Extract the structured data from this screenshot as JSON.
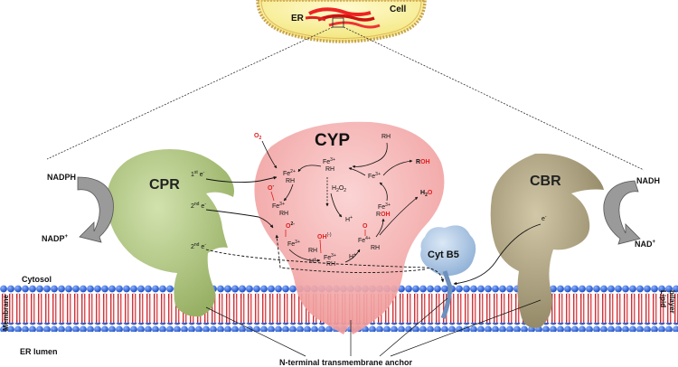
{
  "cell": {
    "label": "Cell",
    "er_label": "ER"
  },
  "proteins": {
    "cyp": "CYP",
    "cpr": "CPR",
    "cbr": "CBR",
    "cytb5": "Cyt B5"
  },
  "cofactors": {
    "nadph": "NADPH",
    "nadp": "NADP",
    "nadp_sup": "+",
    "nadh": "NADH",
    "nad": "NAD",
    "nad_sup": "+"
  },
  "electrons": {
    "first": "1",
    "first_sup": "st",
    "e": " e",
    "second_a": "2",
    "second_a_sup": "nd",
    "second_b": "2",
    "second_b_sup": "nd",
    "cbr_e": "e"
  },
  "cycle": {
    "o2": "O",
    "o2_sub": "2",
    "rh_sub": "RH",
    "fe3_top": "Fe",
    "fe3_top_sup": "3+",
    "fe3_top_rh": "RH",
    "fe2": "Fe",
    "fe2_sup": "2+",
    "fe2_rh": "RH",
    "o_minus": "O",
    "o_minus_sup": "-",
    "fe3_mid": "Fe",
    "fe3_mid_sup": "3+",
    "fe3_mid_rh": "RH",
    "h2o2": "H",
    "h2o2_a": "2",
    "h2o2_b": "O",
    "h2o2_c": "2",
    "hplus_mid": "H",
    "hplus_mid_sup": "+",
    "fe3_right": "Fe",
    "fe3_right_sup": "3+",
    "roh_out": "R",
    "roh_out_oh": "OH",
    "fe3_roh": "Fe",
    "fe3_roh_sup": "3+",
    "fe3_roh_r": "R",
    "fe3_roh_oh": "OH",
    "h2o": "H",
    "h2o_a": "2",
    "h2o_b": "O",
    "fe4": "Fe",
    "fe4_sup": "4+",
    "fe4_rh": "RH",
    "o_fe4": "O",
    "ohm": "OH",
    "ohm_sup": "(-)",
    "fe3_low": "Fe",
    "fe3_low_sup": "3+",
    "fe3_low_rh": "RH",
    "h_low": "H",
    "h_low_sup": "+",
    "o2m": "O",
    "o2m_sup": "2-",
    "fe3_o2": "Fe",
    "fe3_o2_sup": "3+",
    "rh_o2": "RH",
    "h_right": "H",
    "h_right_sup": "+",
    "rh_input": "RH"
  },
  "membrane": {
    "cytosol": "Cytosol",
    "membrane": "Membrane",
    "er_lumen": "ER lumen",
    "lipid": "Lipid",
    "bilayer": "bilayer",
    "anchor": "N-terminal transmembrane anchor"
  },
  "colors": {
    "cyp": "#f6b3b3",
    "cpr": "#b9cf8e",
    "cbr": "#b9ad88",
    "cytb5": "#b4cce6",
    "head": "#2f66d9",
    "tail": "#d9222a",
    "o_red": "#e02020"
  }
}
